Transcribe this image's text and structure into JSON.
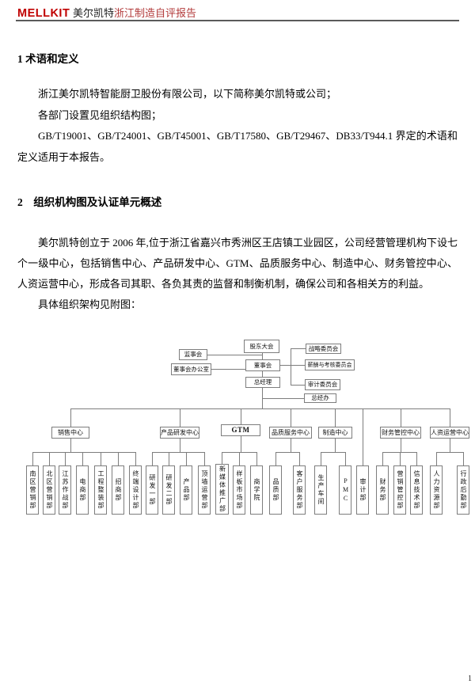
{
  "header": {
    "brand": "MELLKIT",
    "company": "美尔凯特",
    "title": "浙江制造自评报告"
  },
  "colors": {
    "brand_red": "#C00000",
    "title_red": "#B23A3A"
  },
  "section1": {
    "heading": "1 术语和定义",
    "paragraphs": [
      "浙江美尔凯特智能厨卫股份有限公司，以下简称美尔凯特或公司；",
      "各部门设置见组织结构图；",
      "GB/T19001、GB/T24001、GB/T45001、GB/T17580、GB/T29467、DB33/T944.1 界定的术语和定义适用于本报告。"
    ]
  },
  "section2": {
    "heading": "2　组织机构图及认证单元概述",
    "paragraph": "美尔凯特创立于 2006 年,位于浙江省嘉兴市秀洲区王店镇工业园区，公司经营管理机构下设七个一级中心，包括销售中心、产品研发中心、GTM、品质服务中心、制造中心、财务管控中心、人资运营中心，形成各司其职、各负其责的监督和制衡机制，确保公司和各相关方的利益。",
    "caption": "具体组织架构见附图："
  },
  "org_chart": {
    "governance": {
      "shareholders_meeting": "股东大会",
      "supervisory_board": "监事会",
      "board_office": "董事会办公室",
      "board_of_directors": "董事会",
      "strategy_committee": "战略委员会",
      "compensation_committee": "薪酬与考核委员会",
      "audit_committee": "审计委员会",
      "general_manager": "总经理",
      "gm_office": "总经办"
    },
    "centers": [
      {
        "label": "销售中心",
        "departments": [
          "南区营销部",
          "北区营销部",
          "江苏作战部",
          "电商部",
          "工程整装部",
          "招商部",
          "终端设计部"
        ]
      },
      {
        "label": "产品研发中心",
        "departments": [
          "研发一部",
          "研发二部",
          "产品部",
          "顶墙运营部"
        ]
      },
      {
        "label": "GTM",
        "departments": [
          "新媒体推广部",
          "样板市场部",
          "商学院"
        ]
      },
      {
        "label": "品质服务中心",
        "departments": [
          "品质部",
          "客户服务部"
        ]
      },
      {
        "label": "制造中心",
        "departments": [
          "生产车间",
          "PMC"
        ]
      },
      {
        "label": "财务管控中心",
        "departments": [
          "财务部",
          "营销管控部",
          "信息技术部"
        ]
      },
      {
        "label": "人资运营中心",
        "departments": [
          "人力资源部",
          "行政后勤部"
        ]
      }
    ],
    "gm_direct_department": "审计部"
  },
  "footer": {
    "page_number": "1"
  }
}
